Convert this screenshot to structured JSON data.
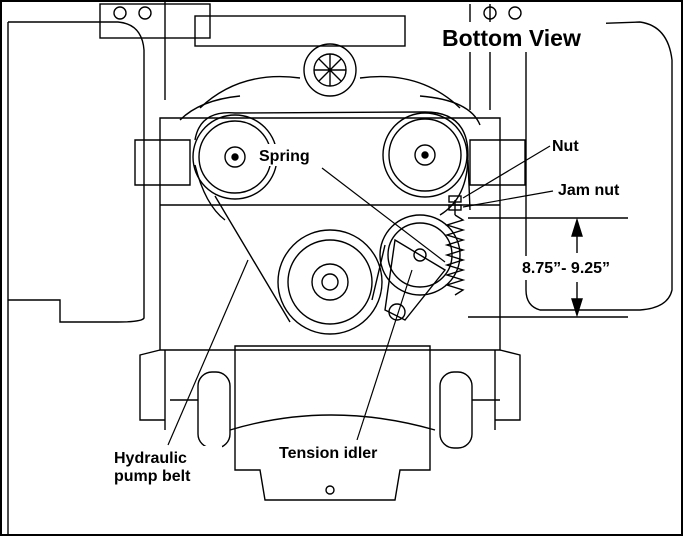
{
  "figure": {
    "view_title": "Bottom View",
    "labels": {
      "spring": "Spring",
      "nut": "Nut",
      "jam_nut": "Jam nut",
      "dimension": "8.75”- 9.25”",
      "hydraulic_line1": "Hydraulic",
      "hydraulic_line2": "pump belt",
      "tension_idler": "Tension idler"
    }
  }
}
